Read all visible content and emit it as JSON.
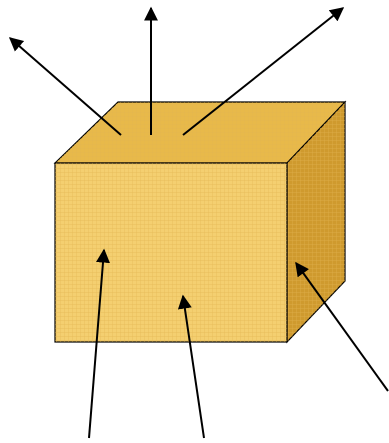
{
  "diagram": {
    "colors": {
      "background": "#ffffff",
      "front_face": "#f4cf70",
      "top_face": "#e8b94a",
      "side_face": "#cf9a2e",
      "grid_line": "#e2b451",
      "outline": "#000000",
      "arrow": "#000000"
    },
    "arrows": {
      "count": 6,
      "outward_from_top_face": 3,
      "inward_to_front_face": 2,
      "inward_to_side_face": 1
    }
  }
}
